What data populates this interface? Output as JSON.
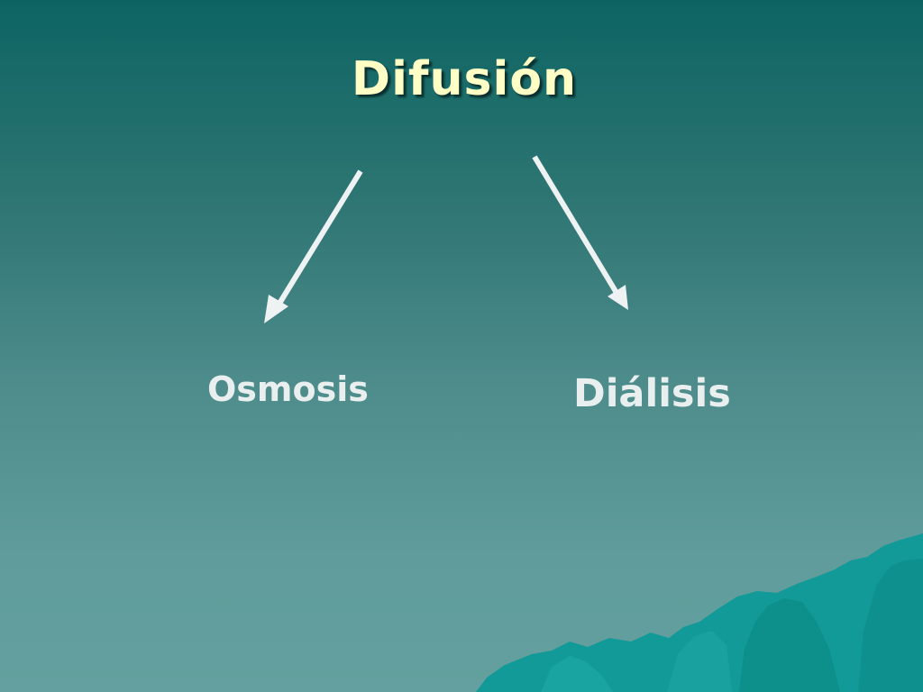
{
  "slide": {
    "title": "Difusión",
    "branches": [
      {
        "label": "Osmosis"
      },
      {
        "label": "Diálisis"
      }
    ]
  },
  "colors": {
    "background_top": "#0c6462",
    "background_bottom": "#63a09f",
    "title_text": "#ffffc6",
    "node_text": "#e9eeee",
    "arrow": "#eef2f2",
    "mountain": "#119a98"
  }
}
